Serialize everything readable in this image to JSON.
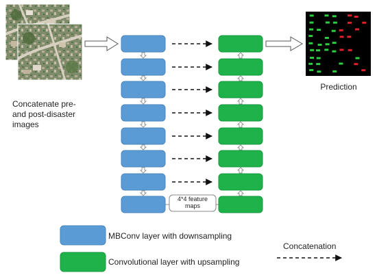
{
  "input": {
    "caption": "Concatenate pre- and post-disaster images",
    "image_names": [
      "pre-disaster-image",
      "post-disaster-image"
    ]
  },
  "output": {
    "caption": "Prediction",
    "image_name": "prediction-map"
  },
  "network": {
    "encoder_block_count": 8,
    "decoder_block_count": 8,
    "bottleneck_label": "4*4 feature maps",
    "encoder_color": "#5b9bd5",
    "encoder_border": "#4a86bf",
    "decoder_color": "#1fb24a",
    "decoder_border": "#17983d",
    "skip_connection_color": "#111111",
    "flow_arrow_outline": "#7f7f7f"
  },
  "legend": {
    "mbconv_label": "MBConv layer with downsampling",
    "conv_label": "Convolutional layer with upsampling",
    "concat_label": "Concatenation"
  },
  "prediction_colors": {
    "background": "#000000",
    "class_a": "#2ecc40",
    "class_b": "#e0202a"
  },
  "satellite_colors": {
    "base": "#7b8a6a",
    "urban": "#b8ad98",
    "vegetation": "#4f6b3c",
    "road": "#d8d0c0"
  }
}
